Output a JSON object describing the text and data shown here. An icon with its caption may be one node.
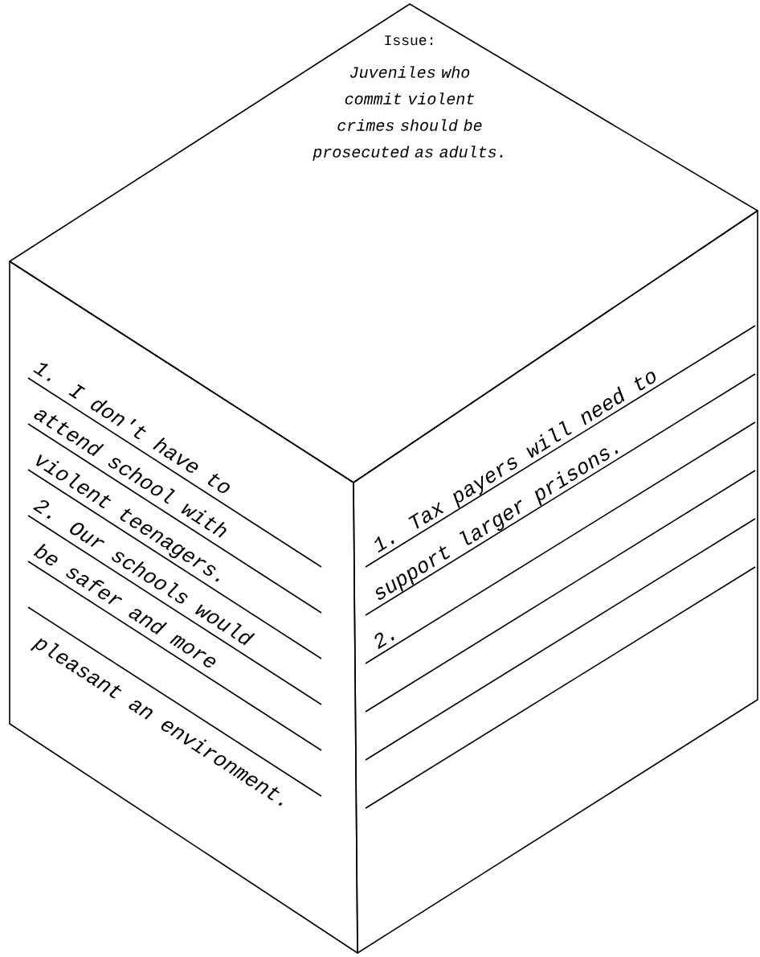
{
  "diagram": {
    "nodes": [
      {
        "text": [
          "Issue:",
          "Juveniles who commit violent crimes should be prosecuted as adults."
        ]
      },
      {
        "text": [
          "1.  I don't have to",
          "attend school with",
          "violent teenagers.",
          "2.  Our schools would",
          "be safer and more",
          "pleasant an environment."
        ]
      },
      {
        "text": [
          "1.  Tax payers will need to",
          "support larger prisons.",
          "2."
        ]
      }
    ]
  }
}
